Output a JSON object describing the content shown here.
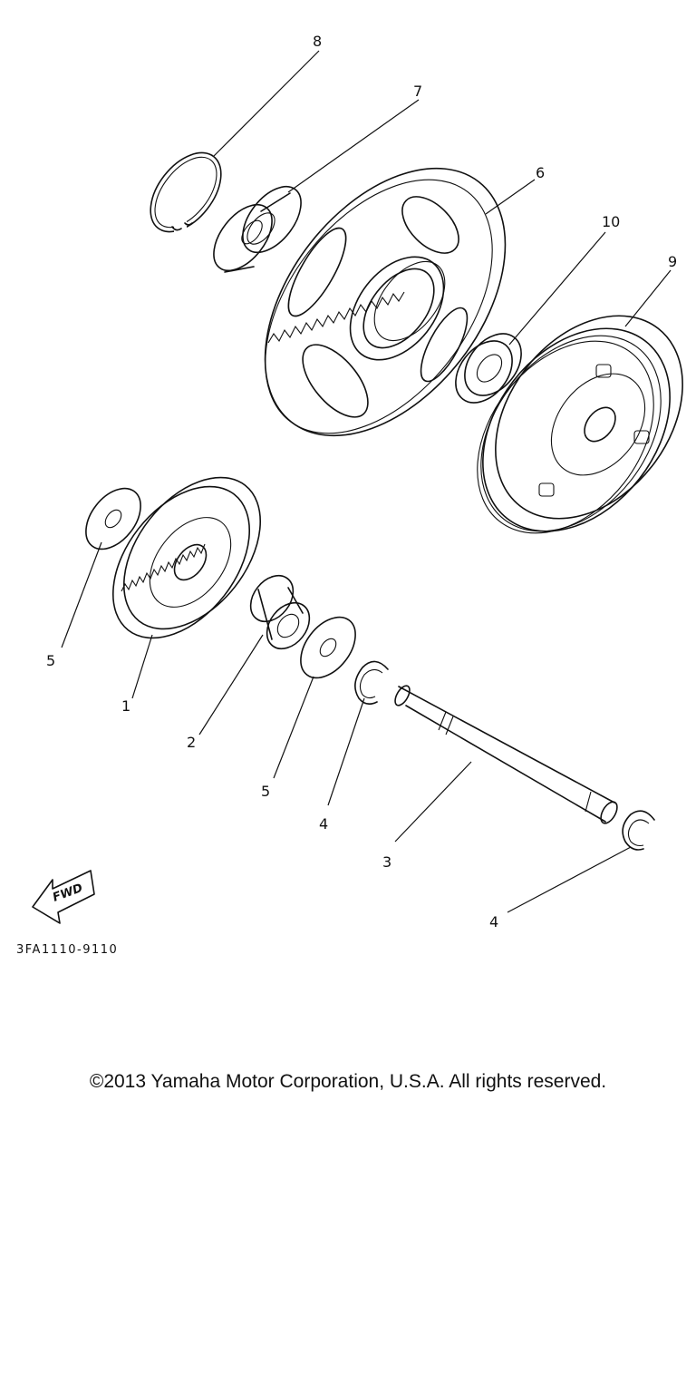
{
  "diagram": {
    "callouts": {
      "c1": "1",
      "c2": "2",
      "c3": "3",
      "c4a": "4",
      "c4b": "4",
      "c5a": "5",
      "c5b": "5",
      "c6": "6",
      "c7": "7",
      "c8": "8",
      "c9": "9",
      "c10": "10"
    },
    "fwd_label": "FWD",
    "diagram_code": "3FA1110-9110"
  },
  "footer": {
    "copyright": "©2013 Yamaha Motor Corporation, U.S.A. All rights reserved."
  }
}
